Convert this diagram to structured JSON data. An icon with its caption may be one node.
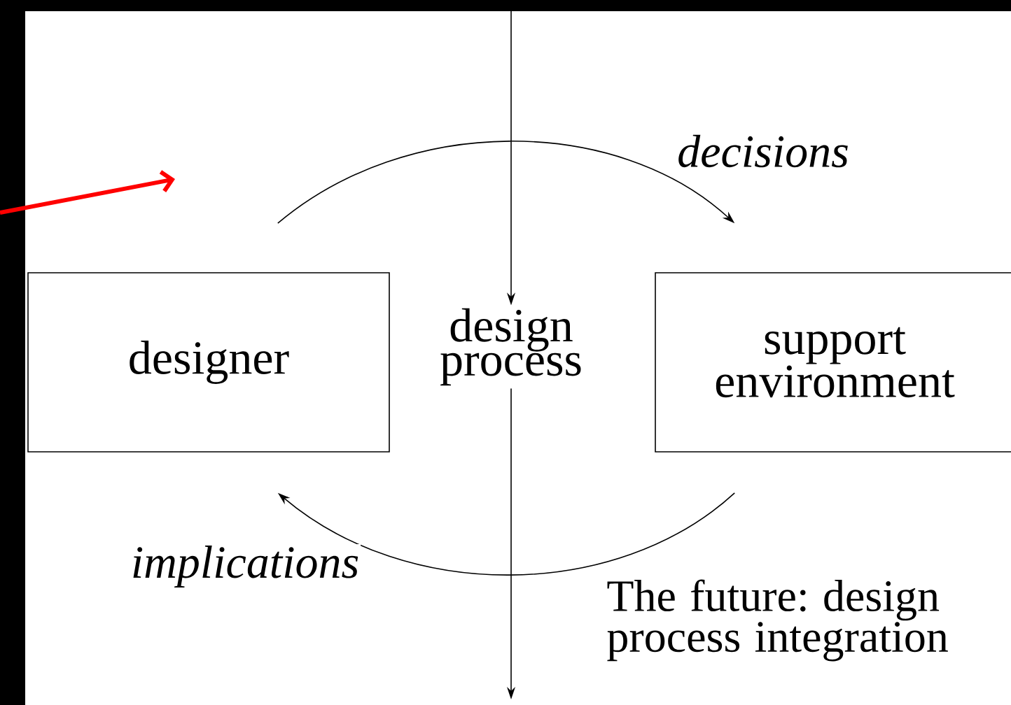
{
  "diagram": {
    "nodes": [
      {
        "text": [
          "designer"
        ]
      },
      {
        "text": [
          "design process"
        ]
      },
      {
        "text": [
          "support environment"
        ]
      }
    ],
    "edges": [
      {
        "from": 0,
        "to": 2,
        "arrow": "to",
        "label": "decisions"
      },
      {
        "from": 2,
        "to": 0,
        "arrow": "to",
        "label": "implications"
      },
      {
        "from": null,
        "to": 1,
        "arrow": "to"
      },
      {
        "from": 1,
        "to": null,
        "arrow": "to"
      }
    ],
    "labels": [
      "The future: design process integration"
    ]
  }
}
